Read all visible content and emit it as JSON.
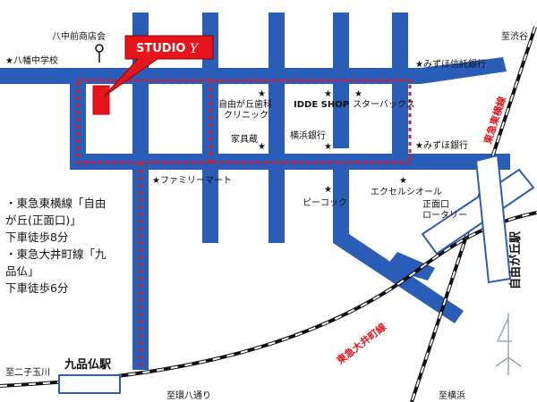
{
  "map": {
    "studio_label": "STUDIO",
    "studio_mark": "Y",
    "colors": {
      "road": "#2a5db8",
      "route": "#e8141c",
      "studio": "#e8141c",
      "station": "#ffffff",
      "rail": "#111111"
    },
    "places": {
      "shopping_association": "八中前商店会",
      "hachiman_school": "★八幡中学校",
      "mizuho_trust": "★みずほ信託銀行",
      "mizuho_bank": "★みずほ銀行",
      "dental_line1": "自由が丘歯科",
      "dental_line2": "クリニック",
      "idde_shop": "IDDE SHOP",
      "starbucks": "スターバックス",
      "furniture": "家具蔵",
      "yokohama_bank": "横浜銀行",
      "familymart": "★ファミリーマート",
      "peacock": "ピーコック",
      "excel_sior": "エクセルシオール",
      "rotary_line1": "正面口",
      "rotary_line2": "ロータリー"
    },
    "directions": {
      "shibuya": "至渋谷",
      "futako": "至二子玉川",
      "kanpachi": "至環八通り",
      "yokohama": "至横浜"
    },
    "rail_lines": {
      "toyoko": "東急東横線",
      "oimachi": "東急大井町線"
    },
    "stations": {
      "jiyugaoka": "自由が丘駅",
      "kuhonbutsu": "九品仏駅"
    },
    "access": [
      "・東急東横線「自由",
      "が丘(正面口)」",
      "下車徒歩8分",
      "・東急大井町線「九",
      "品仏」",
      "下車徒歩6分"
    ]
  }
}
